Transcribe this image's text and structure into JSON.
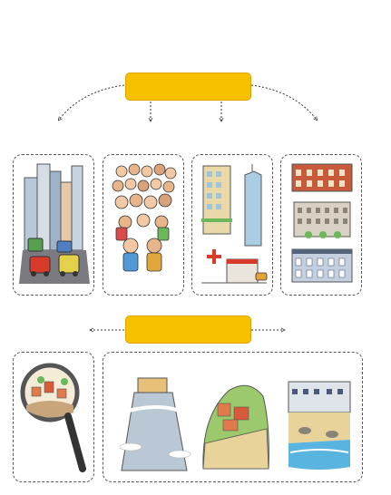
{
  "top_label": {
    "text": "",
    "color": "#f8c100"
  },
  "mid_label": {
    "text": "",
    "color": "#f8c100"
  },
  "cards": [
    {
      "id": "city-traffic",
      "icon": "city-traffic-icon"
    },
    {
      "id": "crowd",
      "icon": "crowd-icon"
    },
    {
      "id": "buildings",
      "icon": "buildings-hospital-icon"
    },
    {
      "id": "residences",
      "icon": "residence-rows-icon"
    },
    {
      "id": "magnifier",
      "icon": "magnifier-village-icon"
    },
    {
      "id": "landforms",
      "icon": "landforms-icon"
    }
  ],
  "colors": {
    "accent": "#f8c100",
    "border": "#555555"
  }
}
